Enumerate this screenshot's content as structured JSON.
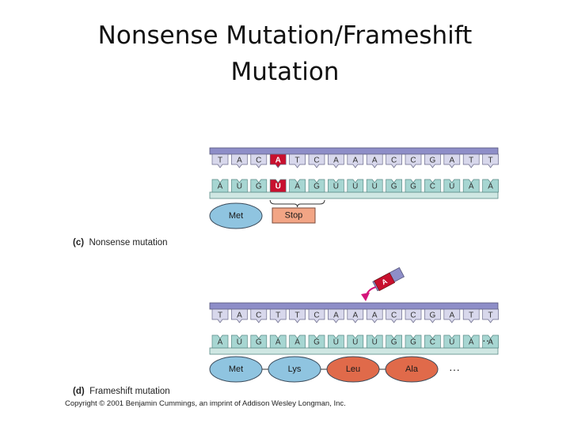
{
  "title": {
    "line1": "Nonsense Mutation/Frameshift",
    "line2": "Mutation"
  },
  "panel_c": {
    "dna_bases": [
      "T",
      "A",
      "C",
      "A",
      "T",
      "C",
      "A",
      "A",
      "A",
      "C",
      "C",
      "G",
      "A",
      "T",
      "T"
    ],
    "dna_mutated_index": 3,
    "mrna_bases": [
      "A",
      "U",
      "G",
      "U",
      "A",
      "G",
      "U",
      "U",
      "U",
      "G",
      "G",
      "C",
      "U",
      "A",
      "A"
    ],
    "mrna_mutated_index": 3,
    "proteins": [
      "Met",
      "Stop"
    ],
    "caption_letter": "(c)",
    "caption_text": "Nonsense mutation"
  },
  "panel_d": {
    "inserted_base": "A",
    "dna_bases": [
      "T",
      "A",
      "C",
      "T",
      "T",
      "C",
      "A",
      "A",
      "A",
      "C",
      "C",
      "G",
      "A",
      "T",
      "T"
    ],
    "mrna_bases": [
      "A",
      "U",
      "G",
      "A",
      "A",
      "G",
      "U",
      "U",
      "U",
      "G",
      "G",
      "C",
      "U",
      "A",
      "A"
    ],
    "proteins": [
      "Met",
      "Lys",
      "Leu",
      "Ala"
    ],
    "ellipsis": "···",
    "caption_letter": "(d)",
    "caption_text": "Frameshift mutation"
  },
  "copyright": "Copyright © 2001 Benjamin Cummings, an imprint of Addison Wesley Longman, Inc.",
  "colors": {
    "dna_strand": "#8e8ec8",
    "dna_base": "#d8d8ec",
    "mrna_strand": "#cfe7e3",
    "mrna_base": "#a7d6d2",
    "mutation": "#c8102e",
    "met_lys": "#8fc4e0",
    "leu_ala": "#e06a4a",
    "stop": "#f2a585",
    "arrow": "#d4147a"
  }
}
